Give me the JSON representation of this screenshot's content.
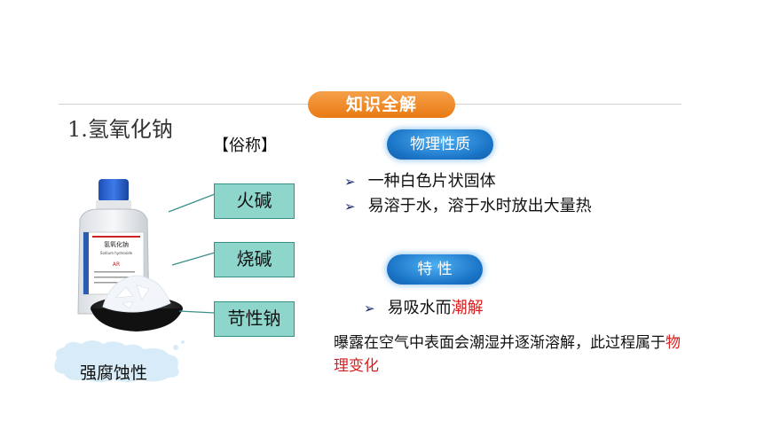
{
  "header": {
    "banner": "知识全解",
    "title": "1.氢氧化钠",
    "alias_heading": "【俗称】"
  },
  "aliases": [
    "火碱",
    "烧碱",
    "苛性钠"
  ],
  "illustration": {
    "bottle_label": "氢氧化钠",
    "bottle_sub": "Sodium hydroxide",
    "grade": "AR",
    "cloud_text": "强腐蚀性"
  },
  "physical": {
    "label": "物理性质",
    "items": [
      "一种白色片状固体",
      "易溶于水，溶于水时放出大量热"
    ]
  },
  "property": {
    "label": "特  性",
    "item_prefix": "易吸水而",
    "item_highlight": "潮解"
  },
  "explanation": {
    "text": "曝露在空气中表面会潮湿并逐渐溶解，此过程属于",
    "highlight": "物理变化"
  },
  "colors": {
    "banner": "#e97a12",
    "pill": "#1a73c6",
    "alias_box": "#8ed6cc",
    "highlight": "#d81e1e"
  },
  "icons": {
    "bullet": "arrow-bullet-icon"
  }
}
